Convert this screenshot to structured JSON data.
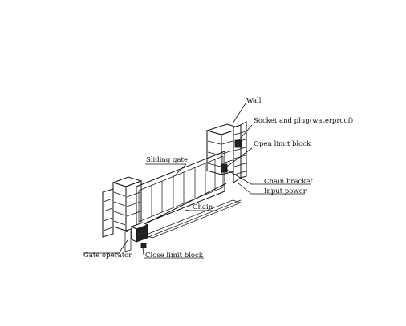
{
  "labels": {
    "wall": "Wall",
    "socket": "Socket and plug(waterproof)",
    "open_limit": "Open limit block",
    "sliding_gate": "Sliding gate",
    "chain_bracket": "Chain bracket",
    "input_power": "Input power",
    "chain": "Chain",
    "gate_operator": "Gate operator",
    "close_limit": "Close limit block"
  },
  "colors": {
    "line": "#111111",
    "background": "#ffffff"
  }
}
